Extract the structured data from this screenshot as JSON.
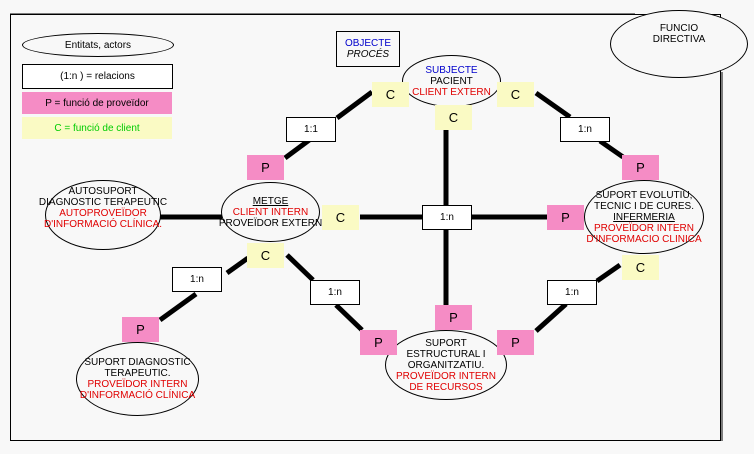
{
  "legend": {
    "entities": "Entitats, actors",
    "relations": "(1:n ) = relacions",
    "provider": "P = funció de proveïdor",
    "client": "C = funció de client"
  },
  "colors": {
    "provider_fill": "#f58cc5",
    "client_fill": "#fafac4",
    "client_legend_text": "#00cc00",
    "role_text": "#e00000",
    "object_text": "#0000cc"
  },
  "object_box": {
    "line1": "OBJECTE",
    "line2": "PROCÉS"
  },
  "directive": {
    "line1": "FUNCIO",
    "line2": "DIRECTIVA"
  },
  "entities": {
    "patient": {
      "line1": "SUBJECTE",
      "line2": "PACIENT",
      "role": "CLIENT EXTERN"
    },
    "doctor": {
      "title": "METGE",
      "role": "CLIENT INTERN",
      "line3": "PROVEÏDOR EXTERN"
    },
    "self_support": {
      "line1": "AUTOSUPORT",
      "line2": "DIAGNOSTIC TERAPEUTIC",
      "role1": "AUTOPROVEÏDOR",
      "role2": "D'INFORMACIÓ CLÍNICA."
    },
    "nursing": {
      "line1": "SUPORT EVOLUTIU,",
      "line2": "TECNIC I DE CURES.",
      "title": "INFERMERIA",
      "role1": "PROVEÏDOR INTERN",
      "role2": "D'INFORMACIO CLINICA"
    },
    "diag_support": {
      "line1": "SUPORT DIAGNOSTIC",
      "line2": "TERAPEUTIC.",
      "role1": "PROVEÏDOR INTERN",
      "role2": "D'INFORMACIÓ CLÍNICA"
    },
    "structural": {
      "line1": "SUPORT",
      "line2": "ESTRUCTURAL I",
      "line3": "ORGANITZATIU.",
      "role1": "PROVEÏDOR INTERN",
      "role2": "DE RECURSOS"
    }
  },
  "relations": {
    "doctor_patient": "1:1",
    "patient_nursing": "1:n",
    "center": "1:n",
    "doctor_diag": "1:n",
    "doctor_structural": "1:n",
    "nursing_structural": "1:n"
  },
  "tags": {
    "p": "P",
    "c": "C"
  }
}
